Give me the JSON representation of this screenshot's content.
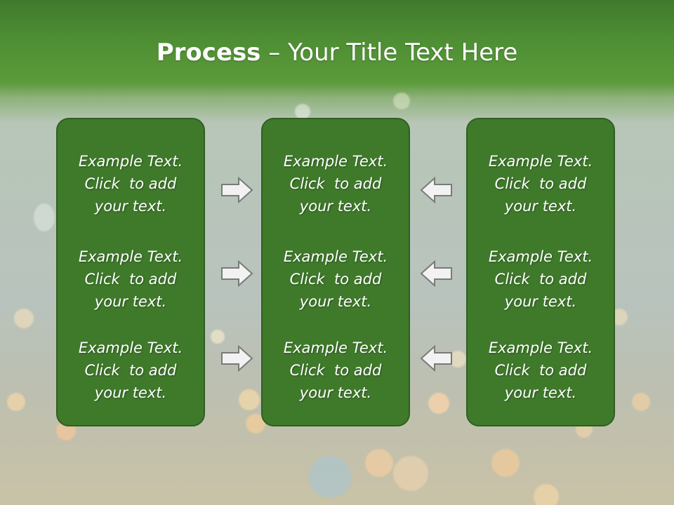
{
  "slide": {
    "title_bold": "Process",
    "title_rest": " – Your Title Text Here"
  },
  "columns": [
    {
      "items": [
        "Example Text.\nClick  to add\nyour text.",
        "Example Text.\nClick  to add\nyour text.",
        "Example Text.\nClick  to add\nyour text."
      ]
    },
    {
      "items": [
        "Example Text.\nClick  to add\nyour text.",
        "Example Text.\nClick  to add\nyour text.",
        "Example Text.\nClick  to add\nyour text."
      ]
    },
    {
      "items": [
        "Example Text.\nClick  to add\nyour text.",
        "Example Text.\nClick  to add\nyour text.",
        "Example Text.\nClick  to add\nyour text."
      ]
    }
  ],
  "arrows": {
    "left_group": [
      "right-arrow-icon",
      "right-arrow-icon",
      "right-arrow-icon"
    ],
    "right_group": [
      "left-arrow-icon",
      "left-arrow-icon",
      "left-arrow-icon"
    ]
  },
  "colors": {
    "header_green": "#4f8f34",
    "panel_fill": "#3f7a2b",
    "panel_border": "#2f5f20",
    "arrow_fill": "#f2f2f2",
    "arrow_stroke": "#7a7a7a"
  }
}
